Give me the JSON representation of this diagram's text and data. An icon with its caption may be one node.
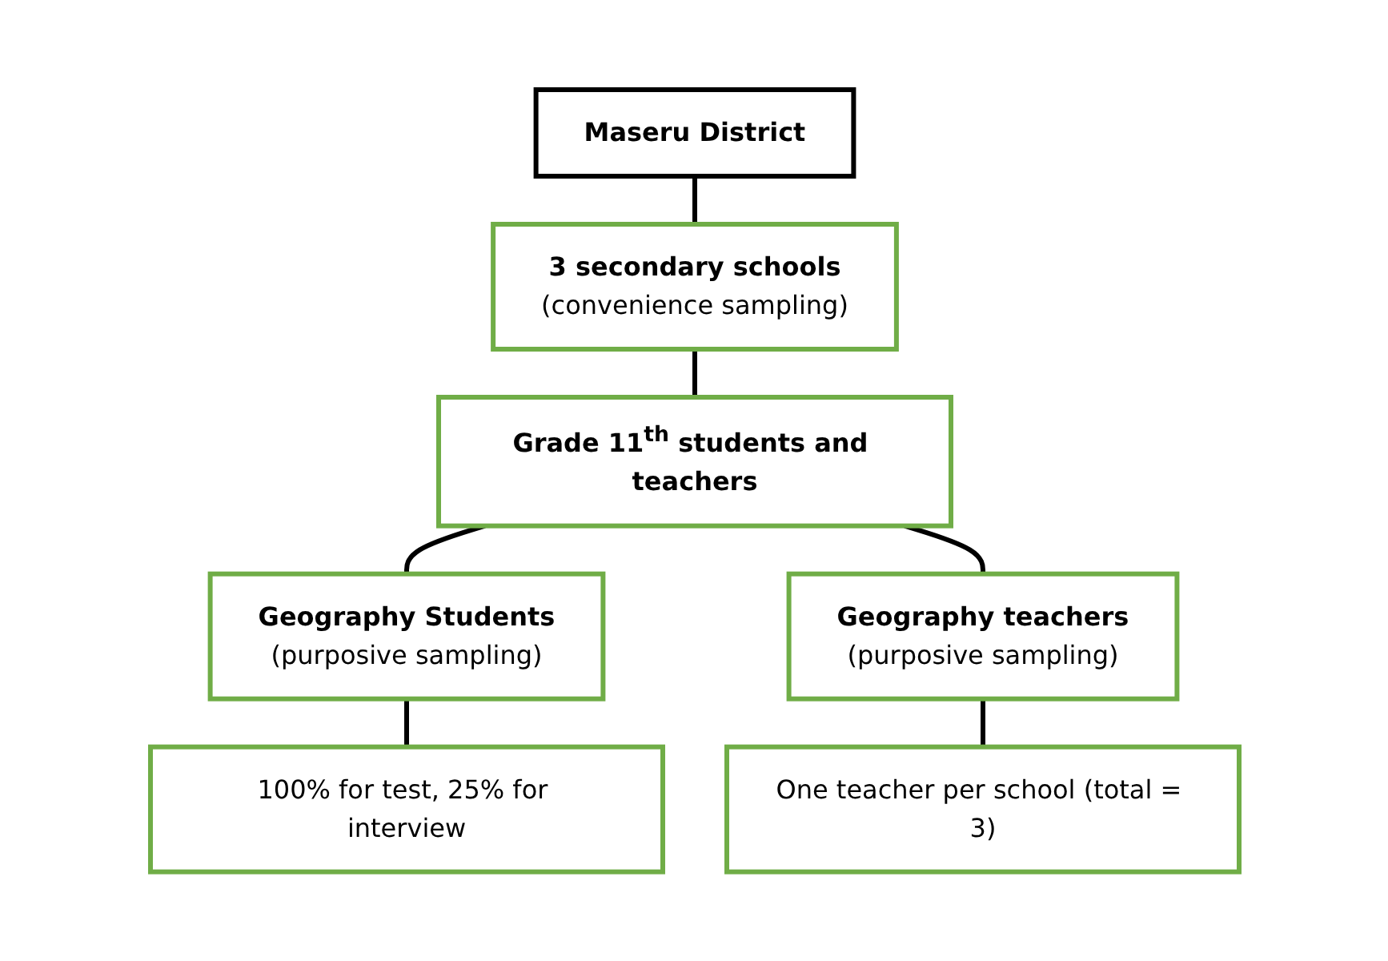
{
  "diagram": {
    "nodes": [
      {
        "text": [
          "Maseru District"
        ]
      },
      {
        "text": [
          "3 secondary schools",
          "(convenience sampling)"
        ]
      },
      {
        "text": [
          "Grade 11$^{th}$ students and teachers"
        ]
      },
      {
        "text": [
          "Geography Students",
          "(purposive sampling)"
        ]
      },
      {
        "text": [
          "Geography teachers",
          "(purposive sampling)"
        ]
      },
      {
        "text": [
          "100% for test, 25% for interview"
        ]
      },
      {
        "text": [
          "One teacher per school (total = 3)"
        ]
      }
    ],
    "edges": [
      {
        "from": 0,
        "to": 1,
        "arrow": "none"
      },
      {
        "from": 1,
        "to": 2,
        "arrow": "none"
      },
      {
        "from": 2,
        "to": 3,
        "arrow": "none"
      },
      {
        "from": 2,
        "to": 4,
        "arrow": "none"
      },
      {
        "from": 3,
        "to": 5,
        "arrow": "none"
      },
      {
        "from": 4,
        "to": 6,
        "arrow": "none"
      }
    ]
  }
}
